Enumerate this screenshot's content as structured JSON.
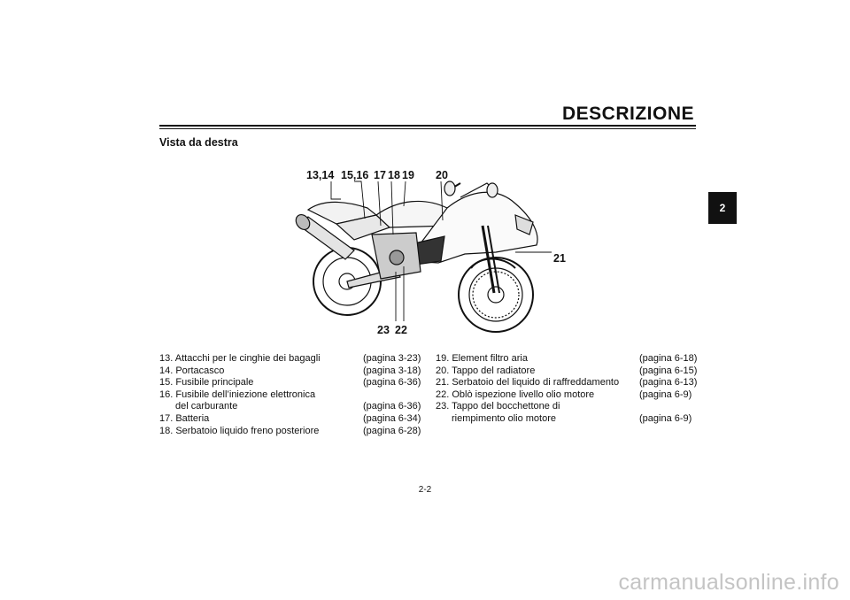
{
  "header": {
    "title": "DESCRIZIONE"
  },
  "section": {
    "title": "Vista da destra"
  },
  "side_tab": {
    "label": "2"
  },
  "figure": {
    "callouts_top": [
      "13,14",
      "15,16",
      "17",
      "18",
      "19",
      "20"
    ],
    "callout_right": "21",
    "callouts_bottom": [
      "23",
      "22"
    ]
  },
  "legend": {
    "left": [
      {
        "text": "13. Attacchi per le cinghie dei bagagli",
        "page": "(pagina 3-23)"
      },
      {
        "text": "14. Portacasco",
        "page": "(pagina 3-18)"
      },
      {
        "text": "15. Fusibile principale",
        "page": "(pagina 6-36)"
      },
      {
        "text": "16. Fusibile dell’iniezione elettronica",
        "page": ""
      },
      {
        "text": "del carburante",
        "page": "(pagina 6-36)"
      },
      {
        "text": "17. Batteria",
        "page": "(pagina 6-34)"
      },
      {
        "text": "18. Serbatoio liquido freno posteriore",
        "page": "(pagina 6-28)"
      }
    ],
    "right": [
      {
        "text": "19. Element filtro aria",
        "page": "(pagina 6-18)"
      },
      {
        "text": "20. Tappo del radiatore",
        "page": "(pagina 6-15)"
      },
      {
        "text": "21. Serbatoio del liquido di raffreddamento",
        "page": "(pagina 6-13)"
      },
      {
        "text": "22. Oblò ispezione livello olio motore",
        "page": "(pagina 6-9)"
      },
      {
        "text": "23. Tappo del bocchettone di",
        "page": ""
      },
      {
        "text": "riempimento olio motore",
        "page": "(pagina 6-9)"
      }
    ]
  },
  "footer": {
    "page_number": "2-2"
  },
  "watermark": {
    "text": "carmanualsonline.info"
  }
}
